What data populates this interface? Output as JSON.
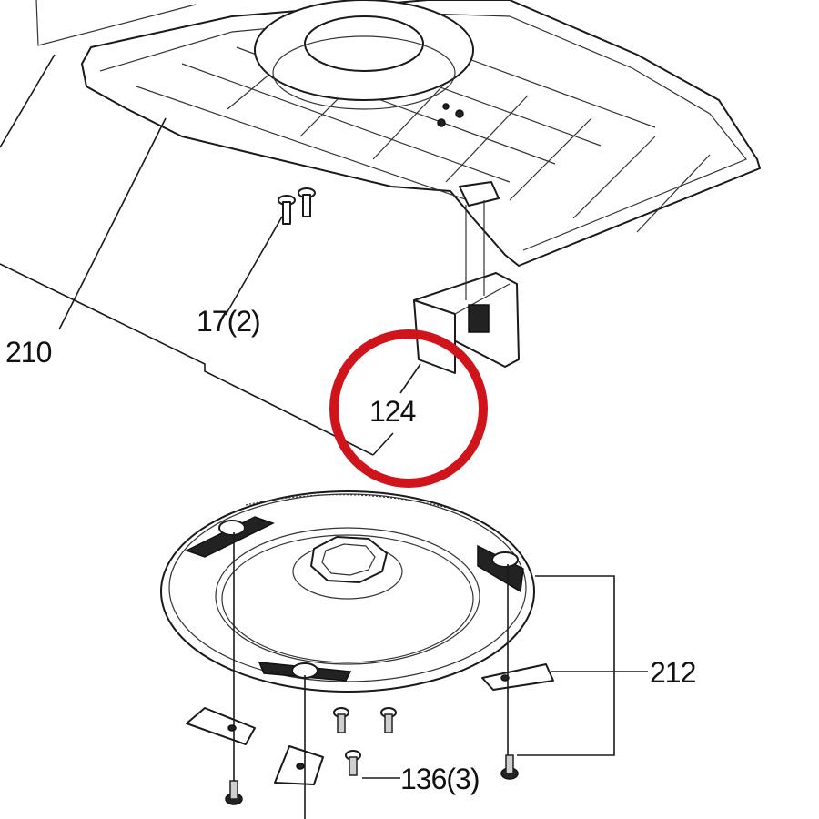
{
  "labels": {
    "housing": "210",
    "screws_top": "17(2)",
    "bracket": "124",
    "blades": "212",
    "screws_bottom": "136(3)"
  },
  "highlight": {
    "color": "#d0141c",
    "target": "124"
  },
  "line_color": "#1a1a1a"
}
